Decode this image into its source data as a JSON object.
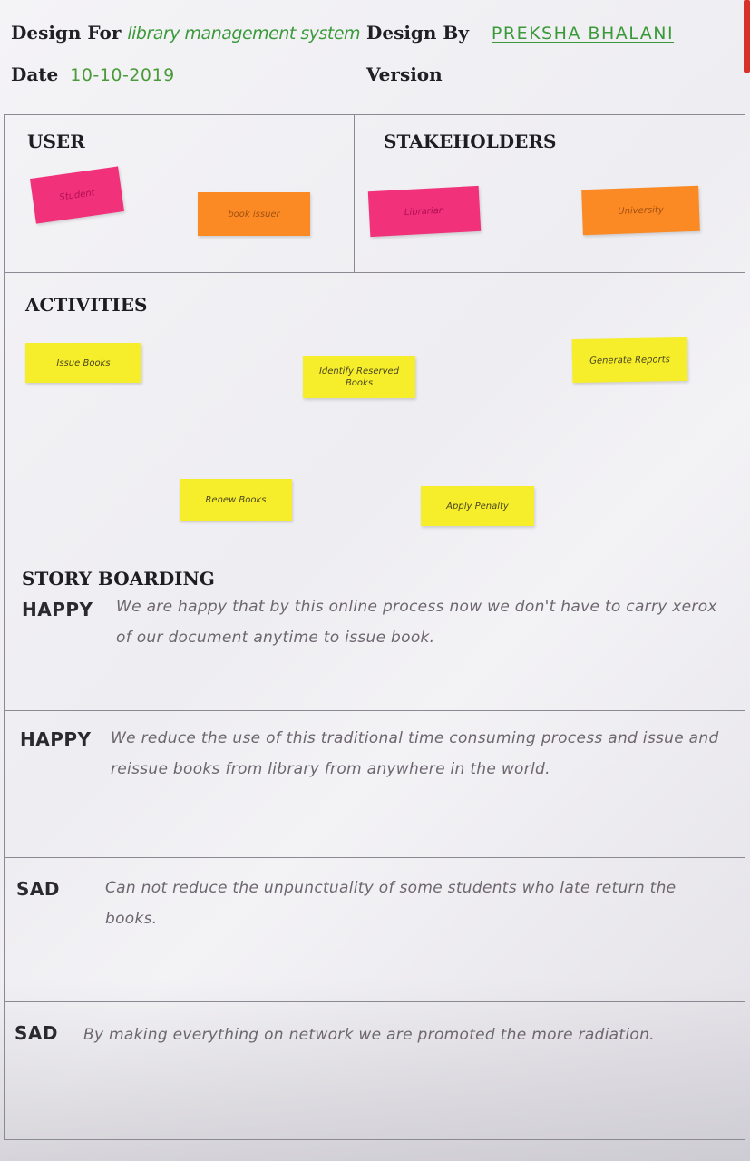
{
  "header": {
    "design_for_label": "Design For",
    "design_for_value": "library management system",
    "design_by_label": "Design By",
    "design_by_value": "PREKSHA BHALANI",
    "date_label": "Date",
    "date_value": "10-10-2019",
    "version_label": "Version"
  },
  "user": {
    "title": "USER",
    "notes": [
      {
        "text": "Student",
        "color": "#f2317b"
      },
      {
        "text": "book issuer",
        "color": "#fb8a24"
      }
    ]
  },
  "stakeholders": {
    "title": "STAKEHOLDERS",
    "notes": [
      {
        "text": "Librarian",
        "color": "#f2317b"
      },
      {
        "text": "University",
        "color": "#fb8a24"
      }
    ]
  },
  "activities": {
    "title": "ACTIVITIES",
    "notes": [
      {
        "text": "Issue Books",
        "color": "#f6ee2a"
      },
      {
        "text": "Identify Reserved Books",
        "color": "#f6ee2a"
      },
      {
        "text": "Generate Reports",
        "color": "#f6ee2a"
      },
      {
        "text": "Renew Books",
        "color": "#f6ee2a"
      },
      {
        "text": "Apply Penalty",
        "color": "#f6ee2a"
      }
    ]
  },
  "storyboarding": {
    "title": "STORY BOARDING",
    "stories": [
      {
        "label": "HAPPY",
        "text": "We are happy that by this online process now we don't have to carry xerox of our document anytime to issue book."
      },
      {
        "label": "HAPPY",
        "text": "We reduce the use of this traditional time consuming process and issue and reissue books from library from anywhere in the world."
      },
      {
        "label": "SAD",
        "text": "Can not reduce the unpunctuality of some students who late return the books."
      },
      {
        "label": "SAD",
        "text": "By making everything on network we are promoted the more radiation."
      }
    ]
  }
}
